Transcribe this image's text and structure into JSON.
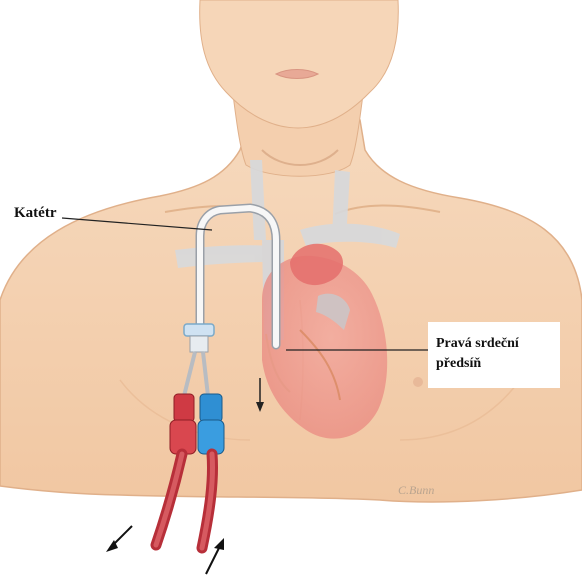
{
  "labels": {
    "catheter": "Katétr",
    "atrium_line1": "Pravá srdeční",
    "atrium_line2": "předsíň"
  },
  "colors": {
    "skin": "#f4cfae",
    "skin_shadow": "#e2b48d",
    "heart": "#e98a83",
    "vessel": "#d9dadd",
    "red_line": "#c8313c",
    "blue_line": "#2f8fd3",
    "label_text": "#111111",
    "leader_line": "#222222"
  },
  "signature": "C.Bunn"
}
